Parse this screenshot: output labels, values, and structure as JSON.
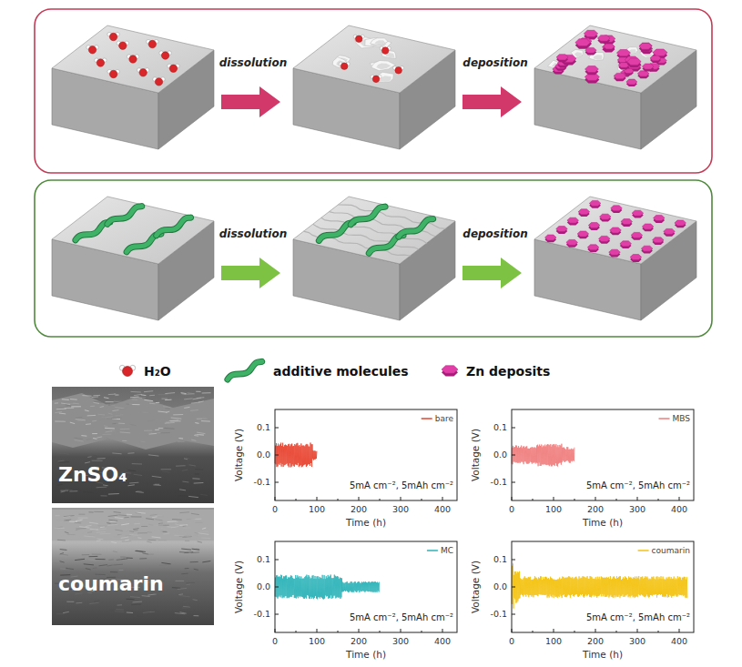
{
  "diagram": {
    "labels": [
      "dissolution",
      "deposition",
      "dissolution",
      "deposition",
      "ZnSO₄",
      "coumarin",
      "bare",
      "Voltage (V)",
      "Time (h)",
      "5mA cm⁻², 5mAh cm⁻²",
      "0.1",
      "0.0",
      "-0.1",
      "0",
      "100",
      "200",
      "300",
      "400",
      "MBS",
      "Voltage (V)",
      "Time (h)",
      "5mA cm⁻², 5mAh cm⁻²",
      "0.1",
      "0.0",
      "-0.1",
      "0",
      "100",
      "200",
      "300",
      "400",
      "MC",
      "Voltage (V)",
      "Time (h)",
      "5mA cm⁻², 5mAh cm⁻²",
      "0.1",
      "0.0",
      "-0.1",
      "0",
      "100",
      "200",
      "300",
      "400",
      "coumarin",
      "Voltage (V)",
      "Time (h)",
      "5mA cm⁻², 5mAh cm⁻²",
      "0.1",
      "0.0",
      "-0.1",
      "0",
      "100",
      "200",
      "300",
      "400"
    ],
    "legend": [
      {
        "text": "H₂O"
      },
      {
        "text": "additive molecules"
      },
      {
        "text": "Zn deposits"
      }
    ]
  }
}
